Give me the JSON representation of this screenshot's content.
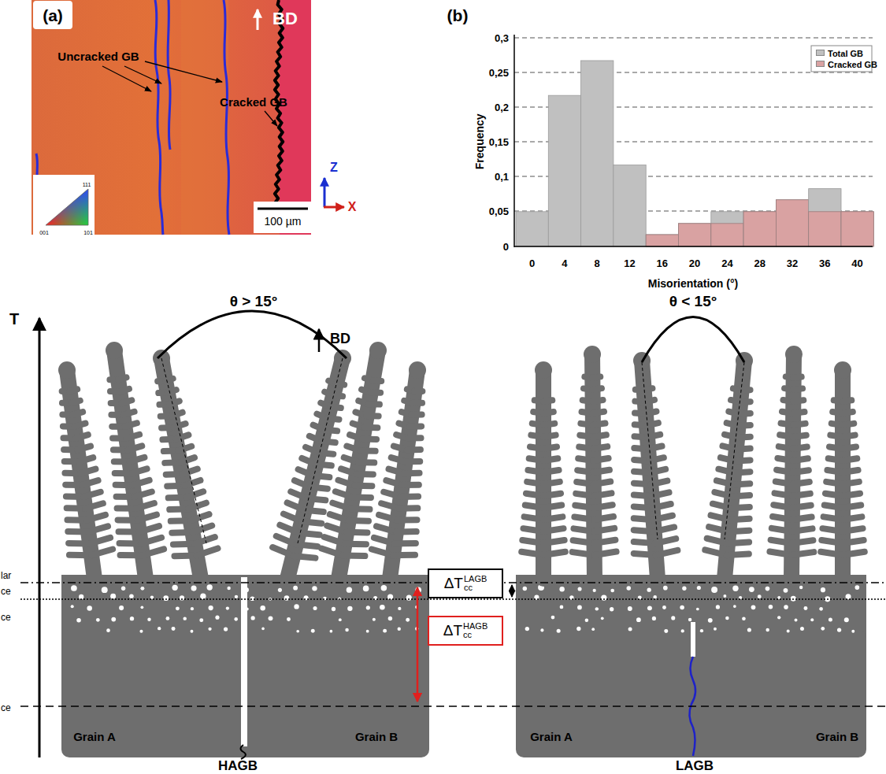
{
  "diagram": {
    "nodes": [
      {
        "text": [
          "ΔT",
          "LAGB",
          "cc"
        ]
      },
      {
        "text": [
          "ΔT",
          "HAGB",
          "cc"
        ]
      }
    ],
    "labels": [
      "(a)",
      "BD",
      "Uncracked GB",
      "Cracked GB",
      "111",
      "001",
      "101",
      "100 µm",
      "Z",
      "X",
      "(b)",
      "0,3",
      "0,25",
      "0,2",
      "0,15",
      "0,1",
      "0,05",
      "0",
      "Frequency",
      "0",
      "4",
      "8",
      "12",
      "16",
      "20",
      "24",
      "28",
      "32",
      "36",
      "40",
      "Misorientation (°)",
      "T",
      "θ > 15°",
      "BD",
      "θ < 15°",
      "lar",
      "ce",
      "ce",
      "ce",
      "Grain A",
      "Grain B",
      "HAGB",
      "Grain A",
      "Grain B",
      "LAGB"
    ],
    "legend": [
      {
        "text": "Total GB",
        "color": "#c0c0c0"
      },
      {
        "text": "Cracked GB",
        "color": "#d9a2a2"
      }
    ]
  }
}
